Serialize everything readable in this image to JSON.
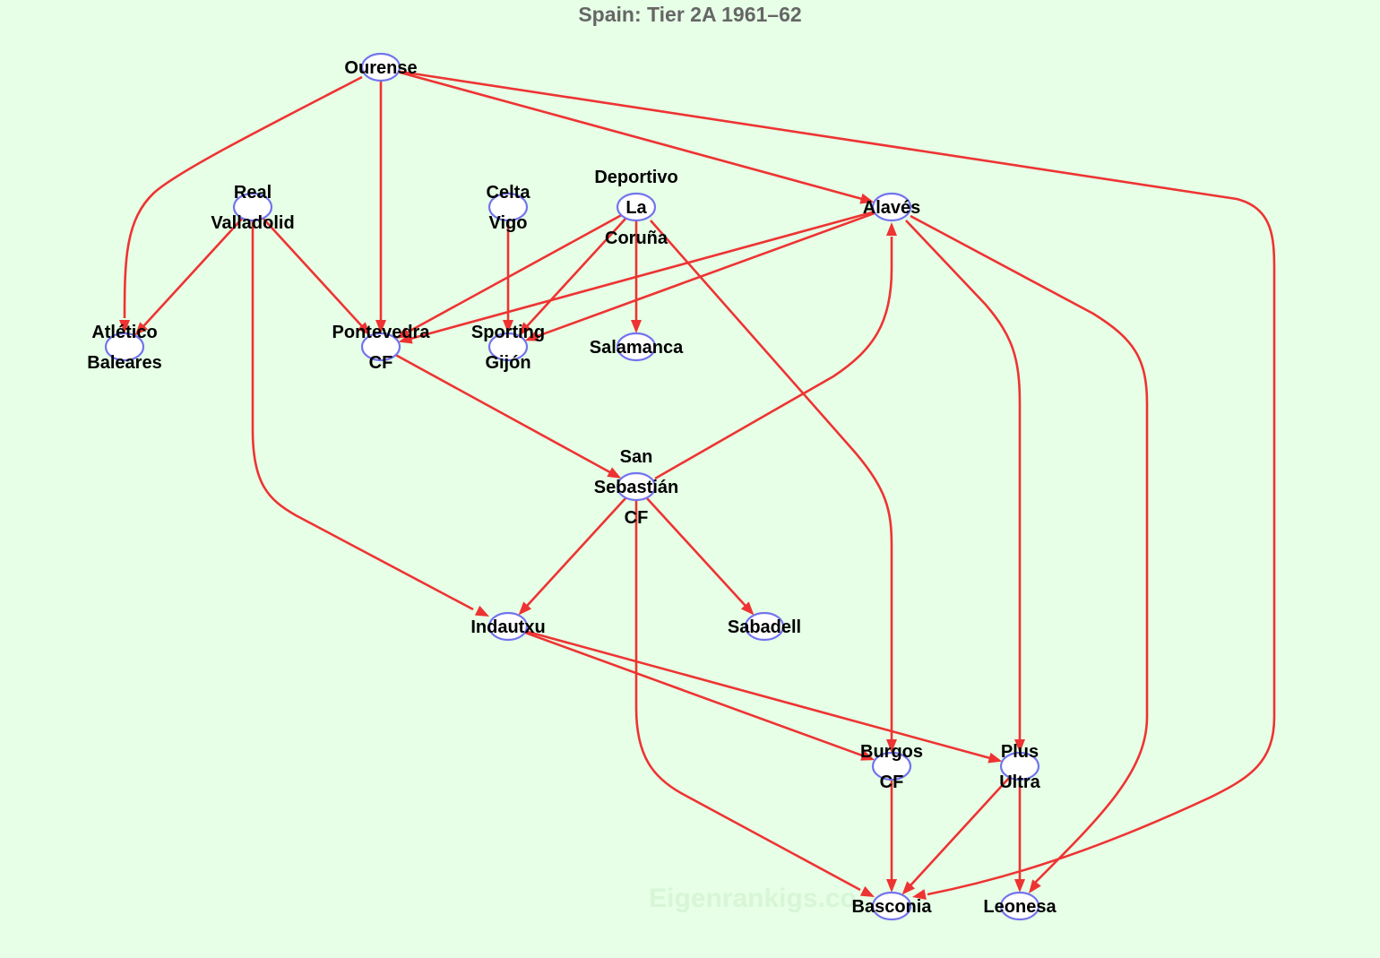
{
  "title": "Spain: Tier 2A 1961–62",
  "watermark": "Eigenrankigs.co",
  "colors": {
    "background": "#e6ffe6",
    "edge": "#ee3333",
    "node_stroke": "#7373ee",
    "node_fill": "#ffffff",
    "title": "#666666",
    "label": "#000000"
  },
  "nodes": [
    {
      "id": "ourense",
      "label_lines": [
        "Ourense"
      ]
    },
    {
      "id": "real_valladolid",
      "label_lines": [
        "Real",
        "Valladolid"
      ]
    },
    {
      "id": "celta_vigo",
      "label_lines": [
        "Celta",
        "Vigo"
      ]
    },
    {
      "id": "deportivo",
      "label_lines": [
        "Deportivo",
        "La",
        "Coruña"
      ]
    },
    {
      "id": "alaves",
      "label_lines": [
        "Alavés"
      ]
    },
    {
      "id": "atletico_baleares",
      "label_lines": [
        "Atlético",
        "Baleares"
      ]
    },
    {
      "id": "pontevedra",
      "label_lines": [
        "Pontevedra",
        "CF"
      ]
    },
    {
      "id": "sporting",
      "label_lines": [
        "Sporting",
        "Gijón"
      ]
    },
    {
      "id": "salamanca",
      "label_lines": [
        "Salamanca"
      ]
    },
    {
      "id": "san_sebastian",
      "label_lines": [
        "San",
        "Sebastián",
        "CF"
      ]
    },
    {
      "id": "indautxu",
      "label_lines": [
        "Indautxu"
      ]
    },
    {
      "id": "sabadell",
      "label_lines": [
        "Sabadell"
      ]
    },
    {
      "id": "burgos",
      "label_lines": [
        "Burgos",
        "CF"
      ]
    },
    {
      "id": "plus_ultra",
      "label_lines": [
        "Plus",
        "Ultra"
      ]
    },
    {
      "id": "basconia",
      "label_lines": [
        "Basconia"
      ]
    },
    {
      "id": "leonesa",
      "label_lines": [
        "Leonesa"
      ]
    }
  ],
  "edges": [
    {
      "from": "ourense",
      "to": "atletico_baleares"
    },
    {
      "from": "ourense",
      "to": "pontevedra"
    },
    {
      "from": "ourense",
      "to": "alaves"
    },
    {
      "from": "ourense",
      "to": "basconia"
    },
    {
      "from": "real_valladolid",
      "to": "atletico_baleares"
    },
    {
      "from": "real_valladolid",
      "to": "pontevedra"
    },
    {
      "from": "real_valladolid",
      "to": "indautxu"
    },
    {
      "from": "celta_vigo",
      "to": "sporting"
    },
    {
      "from": "deportivo",
      "to": "pontevedra"
    },
    {
      "from": "deportivo",
      "to": "sporting"
    },
    {
      "from": "deportivo",
      "to": "salamanca"
    },
    {
      "from": "deportivo",
      "to": "burgos"
    },
    {
      "from": "alaves",
      "to": "pontevedra"
    },
    {
      "from": "alaves",
      "to": "sporting"
    },
    {
      "from": "alaves",
      "to": "plus_ultra"
    },
    {
      "from": "alaves",
      "to": "leonesa"
    },
    {
      "from": "pontevedra",
      "to": "san_sebastian"
    },
    {
      "from": "san_sebastian",
      "to": "alaves"
    },
    {
      "from": "san_sebastian",
      "to": "indautxu"
    },
    {
      "from": "san_sebastian",
      "to": "sabadell"
    },
    {
      "from": "san_sebastian",
      "to": "basconia"
    },
    {
      "from": "indautxu",
      "to": "burgos"
    },
    {
      "from": "indautxu",
      "to": "plus_ultra"
    },
    {
      "from": "burgos",
      "to": "basconia"
    },
    {
      "from": "plus_ultra",
      "to": "basconia"
    },
    {
      "from": "plus_ultra",
      "to": "leonesa"
    }
  ]
}
